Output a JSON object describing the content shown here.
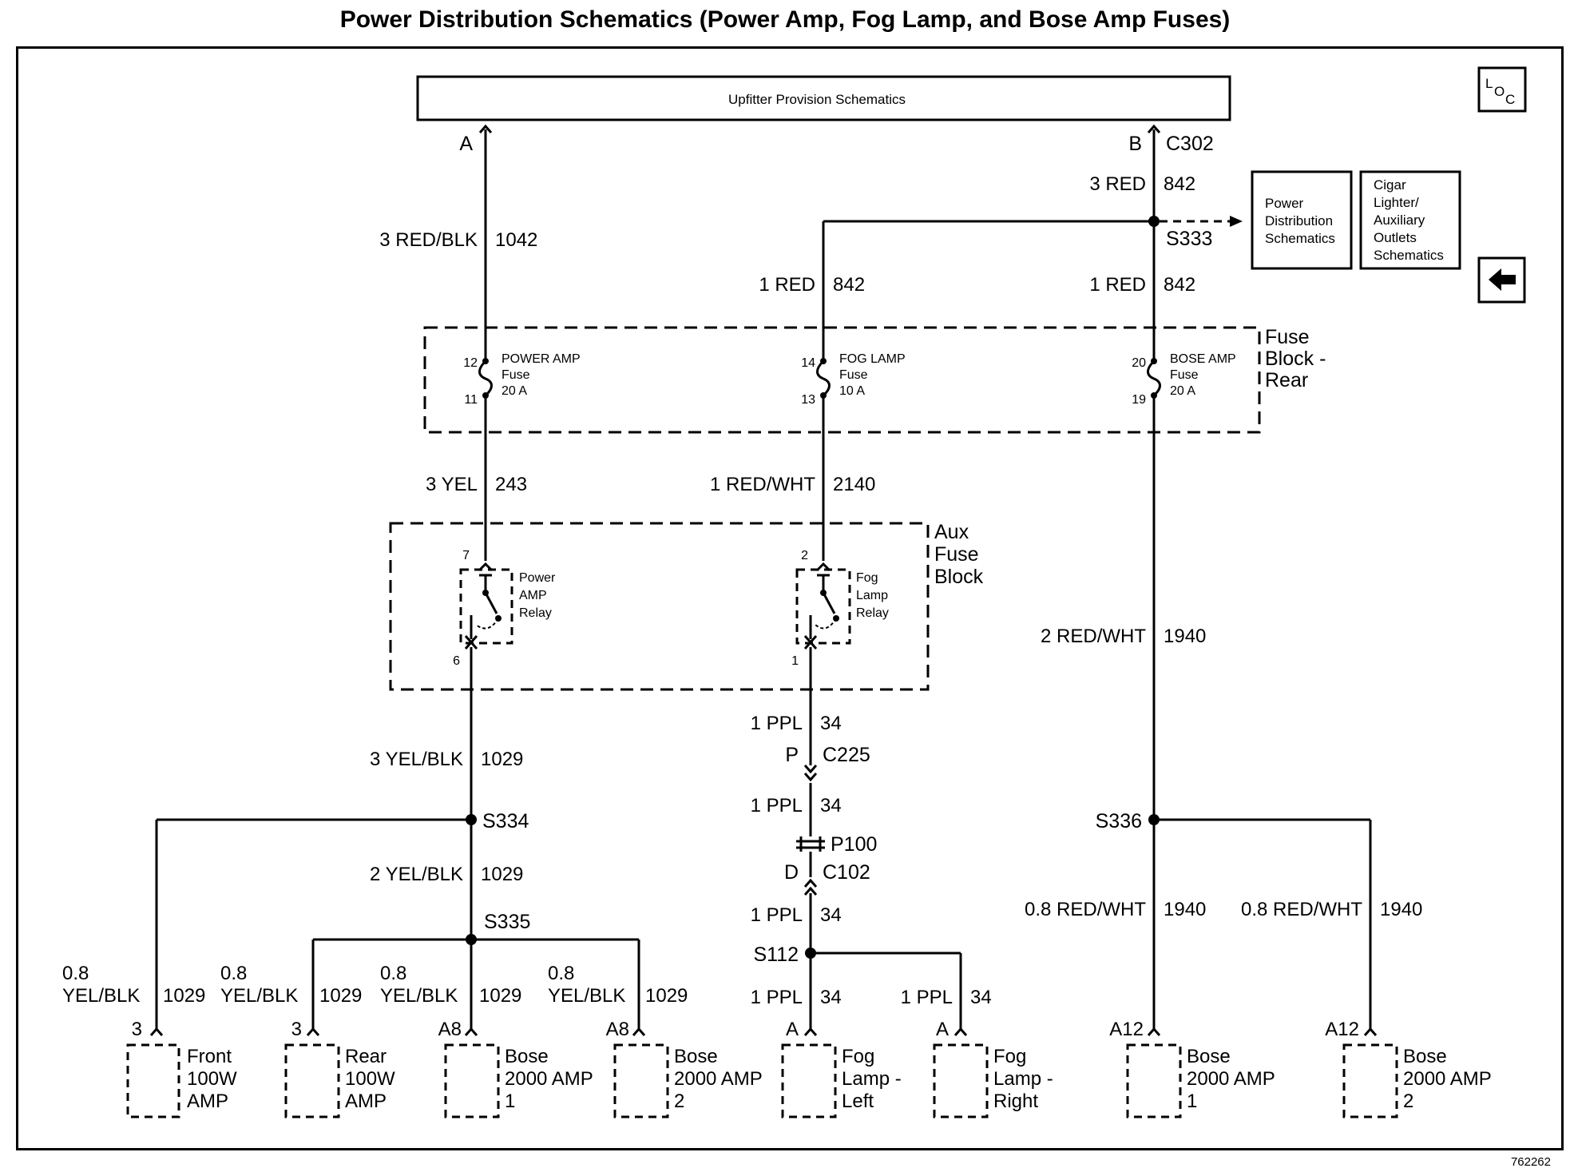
{
  "title": "Power Distribution Schematics (Power Amp, Fog Lamp, and Bose Amp Fuses)",
  "doc_number": "762262",
  "top_box": "Upfitter Provision Schematics",
  "loc_icon": {
    "name": "location-icon",
    "main": "L",
    "sub1": "O",
    "sub2": "C"
  },
  "back_icon": "left-arrow-icon",
  "ref_boxes": [
    [
      "Power",
      "Distribution",
      "Schematics"
    ],
    [
      "Cigar",
      "Lighter/",
      "Auxiliary",
      "Outlets",
      "Schematics"
    ]
  ],
  "connectors": {
    "c302_a": "A",
    "c302_b": "B",
    "c302": "C302",
    "s333": "S333",
    "s334": "S334",
    "s335": "S335",
    "s336": "S336",
    "s112": "S112",
    "c225_pin": "P",
    "c225": "C225",
    "p100": "P100",
    "c102_pin": "D",
    "c102": "C102"
  },
  "wires": {
    "w1042": {
      "gauge": "3 RED/BLK",
      "circuit": "1042"
    },
    "w842_top": {
      "gauge": "3 RED",
      "circuit": "842"
    },
    "w842_fog": {
      "gauge": "1 RED",
      "circuit": "842"
    },
    "w842_bose": {
      "gauge": "1 RED",
      "circuit": "842"
    },
    "w243": {
      "gauge": "3 YEL",
      "circuit": "243"
    },
    "w2140": {
      "gauge": "1 RED/WHT",
      "circuit": "2140"
    },
    "w1940": {
      "gauge": "2 RED/WHT",
      "circuit": "1940"
    },
    "w34a": {
      "gauge": "1 PPL",
      "circuit": "34"
    },
    "w34b": {
      "gauge": "1 PPL",
      "circuit": "34"
    },
    "w1029a": {
      "gauge": "3 YEL/BLK",
      "circuit": "1029"
    },
    "w1029b": {
      "gauge": "2 YEL/BLK",
      "circuit": "1029"
    },
    "w34c": {
      "gauge": "1 PPL",
      "circuit": "34"
    },
    "w1940l": {
      "gauge": "0.8 RED/WHT",
      "circuit": "1940"
    },
    "w1940r": {
      "gauge": "0.8 RED/WHT",
      "circuit": "1940"
    },
    "w34d": {
      "gauge": "1 PPL",
      "circuit": "34"
    },
    "w34e": {
      "gauge": "1 PPL",
      "circuit": "34"
    },
    "b1": {
      "size": "0.8",
      "color": "YEL/BLK",
      "circuit": "1029"
    },
    "b2": {
      "size": "0.8",
      "color": "YEL/BLK",
      "circuit": "1029"
    },
    "b3": {
      "size": "0.8",
      "color": "YEL/BLK",
      "circuit": "1029"
    },
    "b4": {
      "size": "0.8",
      "color": "YEL/BLK",
      "circuit": "1029"
    }
  },
  "fuse_block_rear": {
    "label": [
      "Fuse",
      "Block -",
      "Rear"
    ],
    "fuses": [
      {
        "pin_in": "12",
        "pin_out": "11",
        "name": "POWER AMP",
        "type": "Fuse",
        "rating": "20 A"
      },
      {
        "pin_in": "14",
        "pin_out": "13",
        "name": "FOG LAMP",
        "type": "Fuse",
        "rating": "10 A"
      },
      {
        "pin_in": "20",
        "pin_out": "19",
        "name": "BOSE AMP",
        "type": "Fuse",
        "rating": "20 A"
      }
    ]
  },
  "aux_fuse_block": {
    "label": [
      "Aux",
      "Fuse",
      "Block"
    ],
    "relays": [
      {
        "pin_in": "7",
        "pin_out": "6",
        "label": [
          "Power",
          "AMP",
          "Relay"
        ]
      },
      {
        "pin_in": "2",
        "pin_out": "1",
        "label": [
          "Fog",
          "Lamp",
          "Relay"
        ]
      }
    ]
  },
  "components": [
    {
      "pin": "3",
      "label": [
        "Front",
        "100W",
        "AMP"
      ]
    },
    {
      "pin": "3",
      "label": [
        "Rear",
        "100W",
        "AMP"
      ]
    },
    {
      "pin": "A8",
      "label": [
        "Bose",
        "2000 AMP",
        "1"
      ]
    },
    {
      "pin": "A8",
      "label": [
        "Bose",
        "2000 AMP",
        "2"
      ]
    },
    {
      "pin": "A",
      "label": [
        "Fog",
        "Lamp -",
        "Left"
      ]
    },
    {
      "pin": "A",
      "label": [
        "Fog",
        "Lamp -",
        "Right"
      ]
    },
    {
      "pin": "A12",
      "label": [
        "Bose",
        "2000 AMP",
        "1"
      ]
    },
    {
      "pin": "A12",
      "label": [
        "Bose",
        "2000 AMP",
        "2"
      ]
    }
  ]
}
